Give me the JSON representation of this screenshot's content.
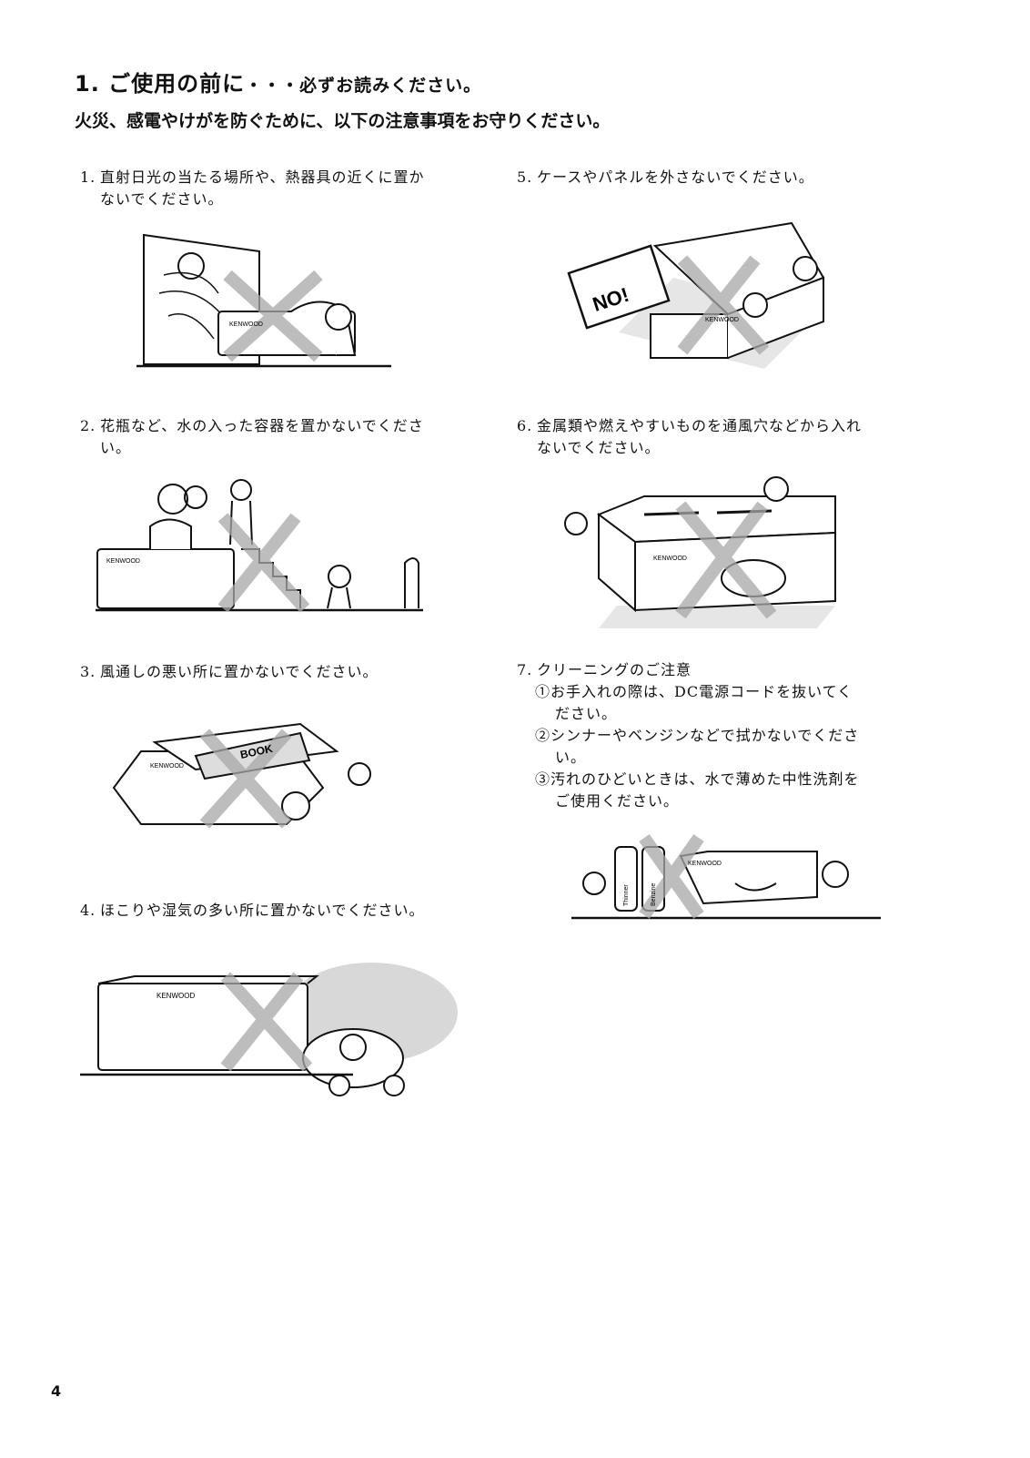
{
  "heading": {
    "title": "1. ご使用の前に",
    "title_suffix": "・・・必ずお読みください。",
    "subtitle": "火災、感電やけがを防ぐために、以下の注意事項をお守りください。"
  },
  "items": [
    {
      "num": "1.",
      "line1": "直射日光の当たる場所や、熱器具の近くに置か",
      "line2": "ないでください。"
    },
    {
      "num": "2.",
      "line1": "花瓶など、水の入った容器を置かないでくださ",
      "line2": "い。"
    },
    {
      "num": "3.",
      "line1": "風通しの悪い所に置かないでください。"
    },
    {
      "num": "4.",
      "line1": "ほこりや湿気の多い所に置かないでください。"
    },
    {
      "num": "5.",
      "line1": "ケースやパネルを外さないでください。"
    },
    {
      "num": "6.",
      "line1": "金属類や燃えやすいものを通風穴などから入れ",
      "line2": "ないでください。"
    },
    {
      "num": "7.",
      "line1": "クリーニングのご注意",
      "sub": [
        {
          "mark": "①",
          "line1": "お手入れの際は、DC電源コードを抜いてく",
          "line2": "ださい。"
        },
        {
          "mark": "②",
          "line1": "シンナーやベンジンなどで拭かないでくださ",
          "line2": "い。"
        },
        {
          "mark": "③",
          "line1": "汚れのひどいときは、水で薄めた中性洗剤を",
          "line2": "ご使用ください。"
        }
      ]
    }
  ],
  "illustrations": {
    "brand": "KENWOOD",
    "sign_text": "NO!",
    "book_text": "BOOK",
    "bottle1": "Thinner",
    "bottle2": "Benzine"
  },
  "page_number": "4",
  "colors": {
    "cross": "#a8a8a8",
    "ink": "#111111"
  }
}
